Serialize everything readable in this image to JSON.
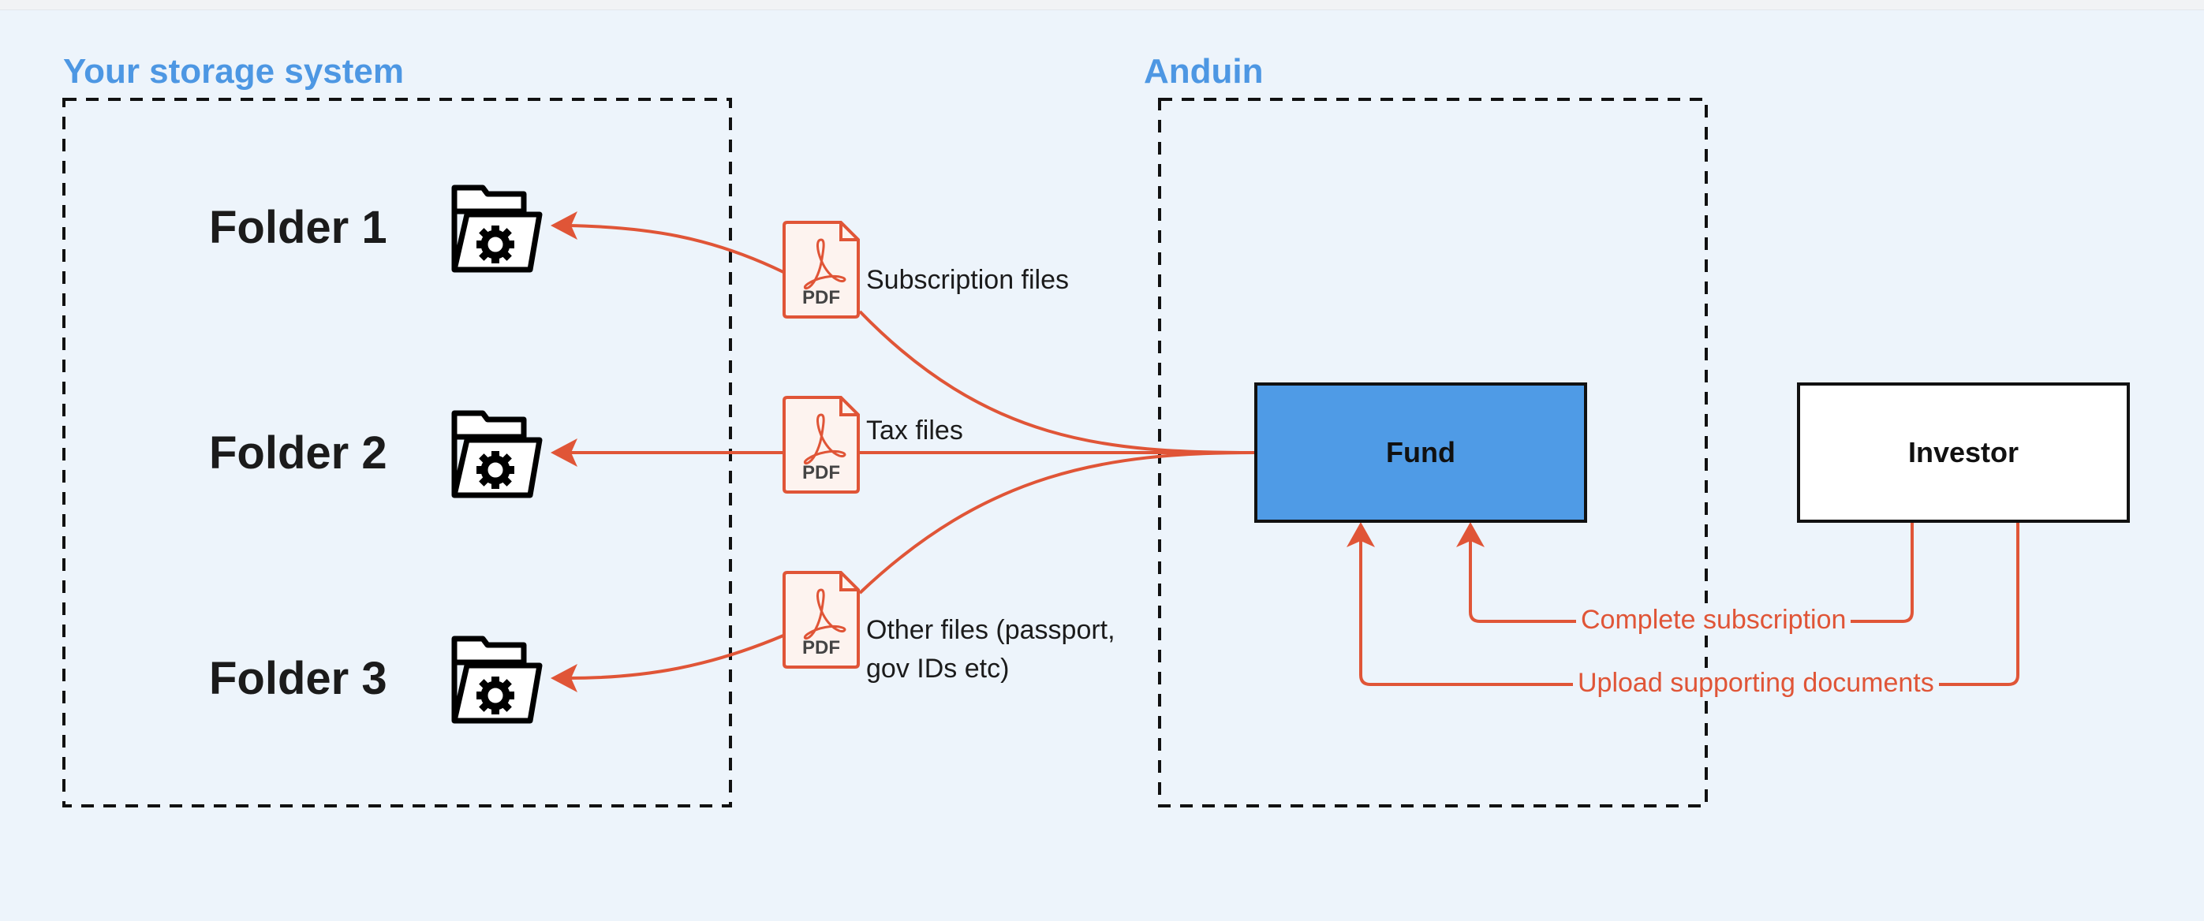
{
  "groups": {
    "storage_title": "Your storage system",
    "anduin_title": "Anduin"
  },
  "folders": [
    "Folder 1",
    "Folder 2",
    "Folder 3"
  ],
  "files": {
    "icon_text": "PDF",
    "subscription": "Subscription files",
    "tax": "Tax files",
    "other_line1": "Other files (passport,",
    "other_line2": "gov IDs etc)"
  },
  "nodes": {
    "fund": "Fund",
    "investor": "Investor"
  },
  "flows": {
    "complete": "Complete subscription",
    "upload": "Upload supporting documents"
  },
  "colors": {
    "background": "#edf4fb",
    "accent_blue": "#4d97e3",
    "fund_fill": "#4f9be6",
    "arrow": "#e05537",
    "border": "#111111"
  },
  "icons": [
    "folder-gear-icon",
    "pdf-file-icon",
    "arrowhead"
  ]
}
